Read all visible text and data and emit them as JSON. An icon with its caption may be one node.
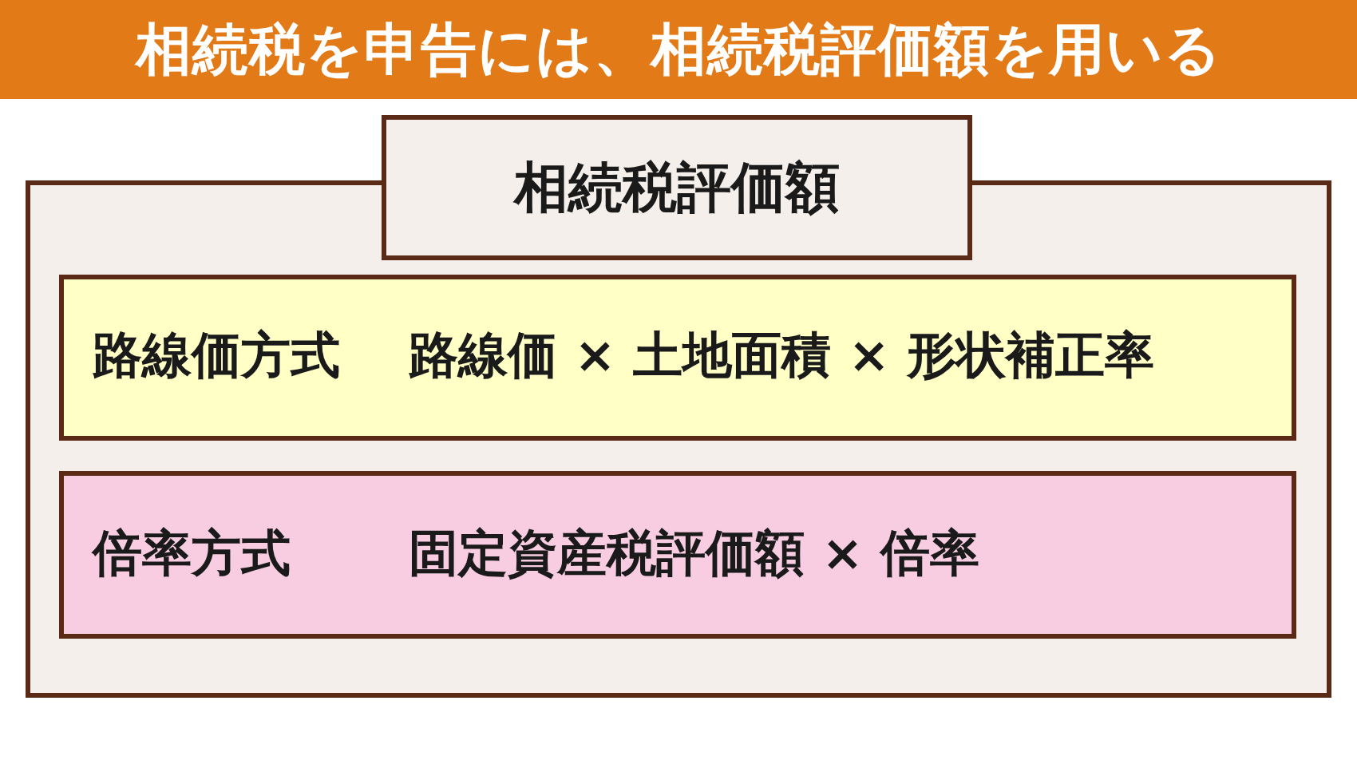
{
  "diagram": {
    "title": "相続税を申告には、相続税評価額を用いる",
    "nodes": [
      {
        "text": [
          "相続税評価額"
        ]
      },
      {
        "text": [
          "路線価方式",
          "路線価 × 土地面積 × 形状補正率"
        ],
        "in": 0
      },
      {
        "text": [
          "倍率方式",
          "固定資産税評価額 × 倍率"
        ],
        "in": 0
      }
    ]
  }
}
